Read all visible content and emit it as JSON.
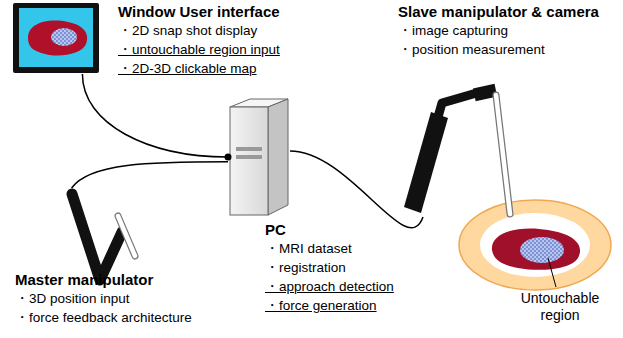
{
  "diagram": {
    "nodes": [
      {
        "text": [
          "Window User interface",
          "・2D snap shot display",
          "・untouchable region input",
          "・2D-3D clickable map"
        ]
      },
      {
        "text": [
          "Slave manipulator & camera",
          "・image capturing",
          "・position measurement"
        ]
      },
      {
        "text": [
          "PC",
          "・MRI dataset",
          "・registration",
          "・approach detection",
          "・force generation"
        ]
      },
      {
        "text": [
          "Master manipulator",
          "・3D position input",
          "・force feedback architecture"
        ]
      }
    ],
    "edges": [
      {
        "from": 0,
        "to": 2,
        "arrow": "none"
      },
      {
        "from": 3,
        "to": 2,
        "arrow": "none"
      },
      {
        "from": 2,
        "to": 1,
        "arrow": "none"
      }
    ],
    "labels": [
      "Untouchable region"
    ]
  }
}
